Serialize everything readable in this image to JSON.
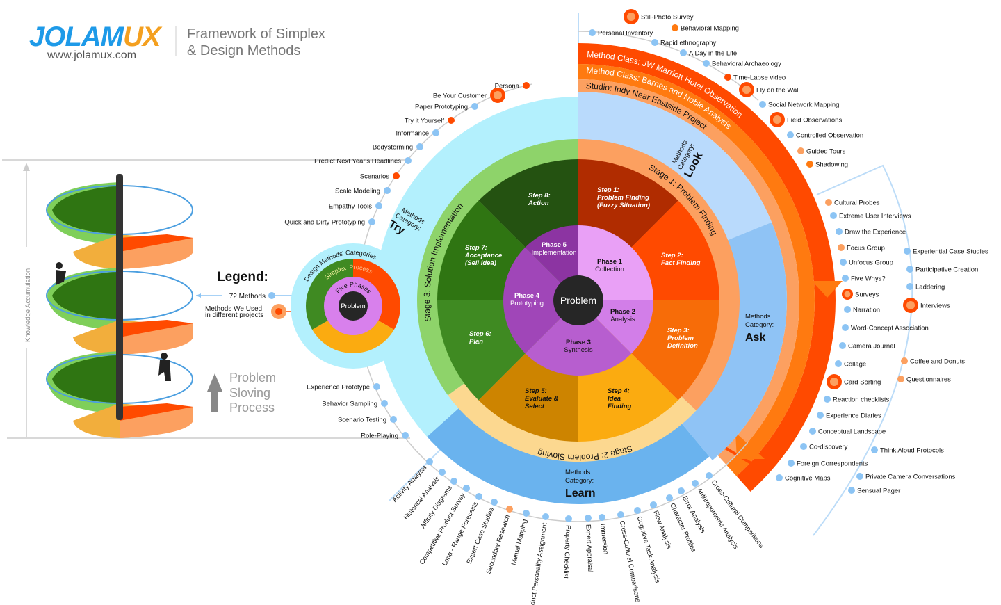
{
  "header": {
    "logo_text": "JOLAMUX",
    "logo_blue": "JOLAM",
    "logo_orange": "UX",
    "website": "www.jolamux.com",
    "title_line1": "Framework of Simplex",
    "title_line2": "& Design Methods"
  },
  "colors": {
    "method_dot": "#8cc4f4",
    "used_red": "#ff4a00",
    "used_orange": "#ff7a10",
    "used_light": "#fca060",
    "brand_blue": "#1e9ae8",
    "brand_orange": "#f4a020"
  },
  "left_panel": {
    "axis_label": "Knowledge Accumulation",
    "process_label": [
      "Problem",
      "Sloving",
      "Process"
    ]
  },
  "legend": {
    "title": "Legend:",
    "methods_label": "72 Methods",
    "used_label_line1": "Methods We Used",
    "used_label_line2": "in different projects",
    "ring_categories": "Design Methods' Categories",
    "ring_simplex": "Simplex",
    "ring_process": "Process",
    "ring_phases": "Five Phases",
    "ring_problem": "Problem"
  },
  "wheel": {
    "center": "Problem",
    "phases": [
      {
        "lines": [
          "Phase 1",
          "Collection"
        ],
        "color": "#e9a0f6"
      },
      {
        "lines": [
          "Phase 2",
          "Analysis"
        ],
        "color": "#d27ee8"
      },
      {
        "lines": [
          "Phase 3",
          "Synthesis"
        ],
        "color": "#b75ecf"
      },
      {
        "lines": [
          "Phase 4",
          "Prototyping"
        ],
        "color": "#a046b8"
      },
      {
        "lines": [
          "Phase 5",
          "Implementation"
        ],
        "color": "#8c34a2"
      }
    ],
    "steps": [
      {
        "lines": [
          "Step 1:",
          "Problem Finding",
          "(Fuzzy Situation)"
        ],
        "color": "#b02c00"
      },
      {
        "lines": [
          "Step 2:",
          "Fact Finding"
        ],
        "color": "#ff4a00"
      },
      {
        "lines": [
          "Step 3:",
          "Problem",
          "Definition"
        ],
        "color": "#f76c08"
      },
      {
        "lines": [
          "Step 4:",
          "Idea",
          "Finding"
        ],
        "color": "#fbab10"
      },
      {
        "lines": [
          "Step 5:",
          "Evaluate &",
          "Select"
        ],
        "color": "#cd8400"
      },
      {
        "lines": [
          "Step 6:",
          "Plan"
        ],
        "color": "#3f8a22"
      },
      {
        "lines": [
          "Step 7:",
          "Acceptance",
          "(Sell Idea)"
        ],
        "color": "#2f7512"
      },
      {
        "lines": [
          "Step 8:",
          "Action"
        ],
        "color": "#245211"
      }
    ],
    "stages": {
      "stage1": "Stage 1: Problem Finding",
      "stage2": "Stage 2: Problem Sloving",
      "stage3": "Stage 3: Solution Implementation"
    },
    "bands": {
      "jw_marriott": "Method Class:  JW Marriott Hotel Observation",
      "barnes_noble": "Method Class: Barnes and Noble Analysis",
      "studio": "Studio: Indy Near Eastside Project"
    },
    "categories": {
      "prefix1": "Methods",
      "prefix2": "Category:",
      "look": "Look",
      "ask": "Ask",
      "learn": "Learn",
      "try": "Try"
    }
  },
  "methods": {
    "look": [
      {
        "name": "Still-Photo Survey",
        "marker": "ring"
      },
      {
        "name": "Personal Inventory",
        "marker": "blue"
      },
      {
        "name": "Behavioral Mapping",
        "marker": "orange"
      },
      {
        "name": "Rapid ethnography",
        "marker": "blue"
      },
      {
        "name": "A Day in the Life",
        "marker": "blue"
      },
      {
        "name": "Behavioral Archaeology",
        "marker": "blue"
      },
      {
        "name": "Time-Lapse video",
        "marker": "red"
      },
      {
        "name": "Fly on the Wall",
        "marker": "ring"
      },
      {
        "name": "Social Network Mapping",
        "marker": "blue"
      },
      {
        "name": "Field Observations",
        "marker": "ring"
      },
      {
        "name": "Controlled Observation",
        "marker": "blue"
      },
      {
        "name": "Guided Tours",
        "marker": "light"
      },
      {
        "name": "Shadowing",
        "marker": "orange"
      }
    ],
    "ask": [
      {
        "name": "Cultural Probes",
        "marker": "light"
      },
      {
        "name": "Extreme User Interviews",
        "marker": "blue"
      },
      {
        "name": "Draw the Experience",
        "marker": "blue"
      },
      {
        "name": "Focus Group",
        "marker": "light"
      },
      {
        "name": "Unfocus Group",
        "marker": "blue"
      },
      {
        "name": "Five Whys?",
        "marker": "blue"
      },
      {
        "name": "Surveys",
        "marker": "ring-small"
      },
      {
        "name": "Narration",
        "marker": "blue"
      },
      {
        "name": "Word-Concept Association",
        "marker": "blue"
      },
      {
        "name": "Camera Journal",
        "marker": "blue"
      },
      {
        "name": "Collage",
        "marker": "blue"
      },
      {
        "name": "Card Sorting",
        "marker": "ring"
      },
      {
        "name": "Reaction checklists",
        "marker": "blue"
      },
      {
        "name": "Experience Diaries",
        "marker": "blue"
      },
      {
        "name": "Conceptual Landscape",
        "marker": "blue"
      },
      {
        "name": "Co-discovery",
        "marker": "blue"
      },
      {
        "name": "Foreign Correspondents",
        "marker": "blue"
      },
      {
        "name": "Cognitive Maps",
        "marker": "blue"
      },
      {
        "name": "Experiential Case Studies",
        "marker": "blue"
      },
      {
        "name": "Participative Creation",
        "marker": "blue"
      },
      {
        "name": "Laddering",
        "marker": "blue"
      },
      {
        "name": "Interviews",
        "marker": "ring"
      },
      {
        "name": "Coffee and Donuts",
        "marker": "light"
      },
      {
        "name": "Questionnaires",
        "marker": "light"
      },
      {
        "name": "Think Aloud Protocols",
        "marker": "blue"
      },
      {
        "name": "Private Camera Conversations",
        "marker": "blue"
      },
      {
        "name": "Sensual Pager",
        "marker": "blue"
      }
    ],
    "try": [
      {
        "name": "Persona",
        "marker": "red"
      },
      {
        "name": "Be Your Customer",
        "marker": "ring"
      },
      {
        "name": "Paper Prototyping",
        "marker": "blue"
      },
      {
        "name": "Try it Yourself",
        "marker": "red"
      },
      {
        "name": "Informance",
        "marker": "blue"
      },
      {
        "name": "Bodystorming",
        "marker": "blue"
      },
      {
        "name": "Predict Next Year's Headlines",
        "marker": "blue"
      },
      {
        "name": "Scenarios",
        "marker": "red"
      },
      {
        "name": "Scale Modeling",
        "marker": "blue"
      },
      {
        "name": "Empathy Tools",
        "marker": "blue"
      },
      {
        "name": "Quick and Dirty Prototyping",
        "marker": "blue"
      },
      {
        "name": "Experience Prototype",
        "marker": "blue"
      },
      {
        "name": "Behavior Sampling",
        "marker": "blue"
      },
      {
        "name": "Scenario Testing",
        "marker": "blue"
      },
      {
        "name": "Role-Playing",
        "marker": "blue"
      }
    ],
    "learn": [
      {
        "name": "Activity Analysis",
        "marker": "blue"
      },
      {
        "name": "Historical Analysis",
        "marker": "blue"
      },
      {
        "name": "Affinity Diagrams",
        "marker": "blue"
      },
      {
        "name": "Competitive Product Survey",
        "marker": "blue"
      },
      {
        "name": "Long - Range Forecasts",
        "marker": "blue"
      },
      {
        "name": "Expert Case Studies",
        "marker": "blue"
      },
      {
        "name": "Secondary Research",
        "marker": "light"
      },
      {
        "name": "Mental Mapping",
        "marker": "blue"
      },
      {
        "name": "Product Personality Assignment",
        "marker": "blue"
      },
      {
        "name": "Property Checklist",
        "marker": "blue"
      },
      {
        "name": "Expert Appraisal",
        "marker": "blue"
      },
      {
        "name": "Immersion",
        "marker": "blue"
      },
      {
        "name": "Cross-Cultural Comparisons",
        "marker": "blue"
      },
      {
        "name": "Cognitive Task Analysis",
        "marker": "blue"
      },
      {
        "name": "Flow Analysis",
        "marker": "blue"
      },
      {
        "name": "Character Profiles",
        "marker": "blue"
      },
      {
        "name": "Error Analysis",
        "marker": "blue"
      },
      {
        "name": "Anthropometric Analysis",
        "marker": "blue"
      },
      {
        "name": "Cross-Cultural Comparisons",
        "marker": "blue"
      }
    ]
  }
}
